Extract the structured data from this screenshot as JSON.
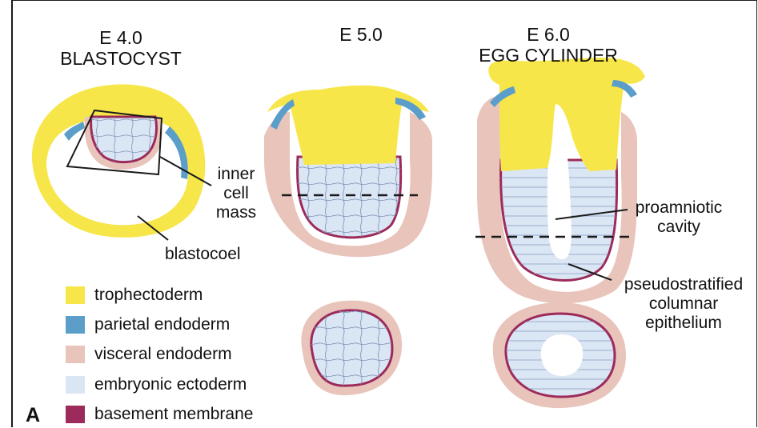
{
  "stages": [
    {
      "age": "E 4.0",
      "name": "BLASTOCYST"
    },
    {
      "age": "E 5.0",
      "name": ""
    },
    {
      "age": "E 6.0",
      "name": "EGG CYLINDER"
    }
  ],
  "labels": {
    "inner_cell_mass": [
      "inner",
      "cell",
      "mass"
    ],
    "blastocoel": "blastocoel",
    "proamniotic_cavity": [
      "proamniotic",
      "cavity"
    ],
    "pseudostratified": [
      "pseudostratified",
      "columnar",
      "epithelium"
    ]
  },
  "legend": [
    {
      "label": "trophectoderm",
      "color": "#f7e64a"
    },
    {
      "label": "parietal endoderm",
      "color": "#5b9ec9"
    },
    {
      "label": "visceral endoderm",
      "color": "#e8c4bb"
    },
    {
      "label": "embryonic ectoderm",
      "color": "#dbe6f4"
    },
    {
      "label": "basement membrane",
      "color": "#9c2a5a"
    }
  ],
  "panel_letter": "A",
  "colors": {
    "trophectoderm": "#f7e64a",
    "parietal_endoderm": "#5b9ec9",
    "visceral_endoderm": "#e8c4bb",
    "embryonic_ectoderm": "#dbe6f4",
    "basement_membrane": "#9c2a5a",
    "cell_lines": "#7f95b8"
  }
}
